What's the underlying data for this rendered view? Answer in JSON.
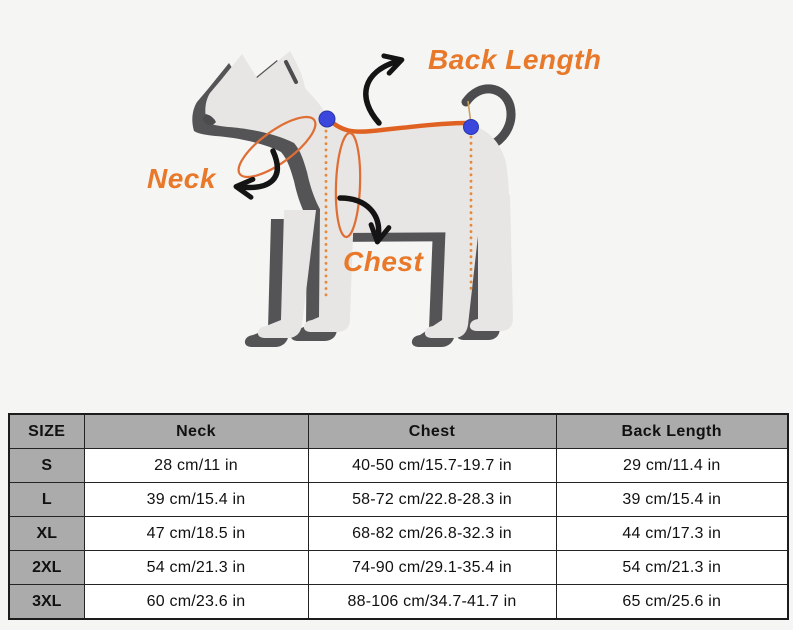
{
  "diagram": {
    "labels": {
      "back_length": "Back Length",
      "neck": "Neck",
      "chest": "Chest"
    },
    "colors": {
      "accent_orange": "#E8782A",
      "measure_line_orange": "#E06A28",
      "marker_blue": "#3A46DC",
      "arrow_black": "#141414",
      "dog_body_gray": "#E7E6E4",
      "dog_shadow_gray": "#545457",
      "table_header_gray": "#ABABAB"
    }
  },
  "size_table": {
    "columns": [
      "SIZE",
      "Neck",
      "Chest",
      "Back Length"
    ],
    "rows": [
      {
        "size": "S",
        "neck": "28 cm/11 in",
        "chest": "40-50 cm/15.7-19.7 in",
        "back_length": "29 cm/11.4 in"
      },
      {
        "size": "L",
        "neck": "39 cm/15.4 in",
        "chest": "58-72 cm/22.8-28.3 in",
        "back_length": "39 cm/15.4 in"
      },
      {
        "size": "XL",
        "neck": "47 cm/18.5 in",
        "chest": "68-82 cm/26.8-32.3 in",
        "back_length": "44 cm/17.3 in"
      },
      {
        "size": "2XL",
        "neck": "54 cm/21.3 in",
        "chest": "74-90 cm/29.1-35.4 in",
        "back_length": "54 cm/21.3 in"
      },
      {
        "size": "3XL",
        "neck": "60 cm/23.6 in",
        "chest": "88-106 cm/34.7-41.7 in",
        "back_length": "65 cm/25.6 in"
      }
    ]
  }
}
